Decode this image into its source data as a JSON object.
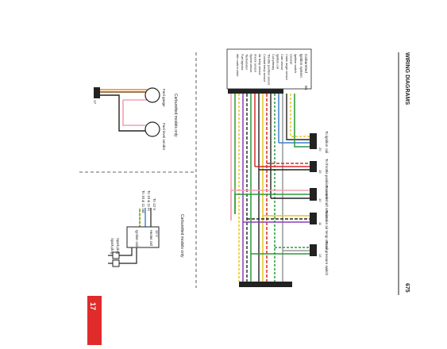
{
  "header": {
    "section_title": "WIRING DIAGRAMS",
    "page_number": "675",
    "chapter_tab": "17"
  },
  "top_left_panel": {
    "heading": "Carburetted models only",
    "gauge_labels": [
      "Fuel gauge",
      "Fuel level sender"
    ],
    "connector_label": "17"
  },
  "bottom_left_panel": {
    "heading": "Carburetted models only",
    "lines": [
      "To 12 V",
      "To 10 & 11 in",
      "To 10 & 11 out"
    ],
    "coil_labels": [
      "12 V",
      "Heater coil",
      "Ignition coil"
    ],
    "plug_labels": [
      "Spark plug",
      "Spark plug"
    ]
  },
  "main_diagram": {
    "block_title": "Carburetted",
    "block_subtitle": "ignition system",
    "block_rows": [
      "Ignition switch",
      "Ground",
      "Crank angle sensor",
      "Cam sensor",
      "Ignition coil",
      "Coil primary",
      "Throttle position sensor",
      "Coolant temp sensor",
      "Air temp sensor",
      "Knock sensor",
      "Speed sensor",
      "Tachometer",
      "Fuel injector",
      "Idle control valve"
    ],
    "block_code": "B5",
    "connector_codes": [
      "20",
      "19",
      "10",
      "11",
      "13"
    ],
    "right_labels": [
      "To ignition coil",
      "To throttle position sensor",
      "To crankshaft sensor",
      "To intake air temp sensor",
      "To oil pressure switch"
    ]
  }
}
